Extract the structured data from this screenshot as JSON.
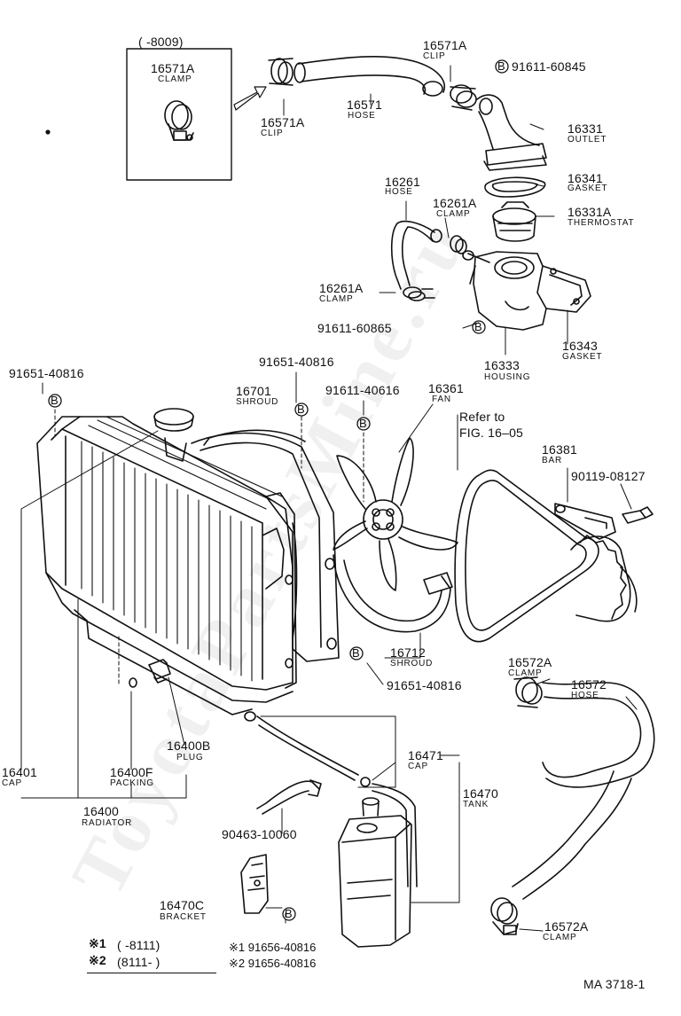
{
  "watermark": "ToyotaPartsMine.ru",
  "figure_id": "MA 3718-1",
  "inset": {
    "range": "(      -8009)",
    "part": "16571A",
    "name": "CLAMP"
  },
  "labels": {
    "clip_a_pn": "16571A",
    "clip_a_nm": "CLIP",
    "clip_b_pn": "16571A",
    "clip_b_nm": "CLIP",
    "hose_top_pn": "16571",
    "hose_top_nm": "HOSE",
    "bolt_top": "91611-60845",
    "outlet_pn": "16331",
    "outlet_nm": "OUTLET",
    "gasket1_pn": "16341",
    "gasket1_nm": "GASKET",
    "thermo_pn": "16331A",
    "thermo_nm": "THERMOSTAT",
    "hose_byp_pn": "16261",
    "hose_byp_nm": "HOSE",
    "clamp_byp1_pn": "16261A",
    "clamp_byp1_nm": "CLAMP",
    "clamp_byp2_pn": "16261A",
    "clamp_byp2_nm": "CLAMP",
    "bolt_housing": "91611-60865",
    "housing_pn": "16333",
    "housing_nm": "HOUSING",
    "gasket2_pn": "16343",
    "gasket2_nm": "GASKET",
    "bolt_left": "91651-40816",
    "bolt_shroud_top": "91651-40816",
    "shroud_pn": "16701",
    "shroud_nm": "SHROUD",
    "bolt_fan": "91611-40616",
    "fan_pn": "16361",
    "fan_nm": "FAN",
    "refer_1": "Refer to",
    "refer_2": "FIG. 16–05",
    "bar_pn": "16381",
    "bar_nm": "BAR",
    "bolt_bar": "90119-08127",
    "shroud2_pn": "16712",
    "shroud2_nm": "SHROUD",
    "bolt_shroud2": "91651-40816",
    "clamp_low1_pn": "16572A",
    "clamp_low1_nm": "CLAMP",
    "hose_low_pn": "16572",
    "hose_low_nm": "HOSE",
    "plug_pn": "16400B",
    "plug_nm": "PLUG",
    "cap_pn": "16471",
    "cap_nm": "CAP",
    "tank_pn": "16470",
    "tank_nm": "TANK",
    "rad_cap_pn": "16401",
    "rad_cap_nm": "CAP",
    "packing_pn": "16400F",
    "packing_nm": "PACKING",
    "radiator_pn": "16400",
    "radiator_nm": "RADIATOR",
    "clip_tank": "90463-10060",
    "bracket_pn": "16470C",
    "bracket_nm": "BRACKET",
    "clamp_low2_pn": "16572A",
    "clamp_low2_nm": "CLAMP",
    "b_marker": "B"
  },
  "footnotes": {
    "n1_mark": "※1",
    "n1_range": "(       -8111)",
    "n2_mark": "※2",
    "n2_range": "(8111-        )",
    "n1_part": "※1  91656-40816",
    "n2_part": "※2  91656-40816"
  }
}
